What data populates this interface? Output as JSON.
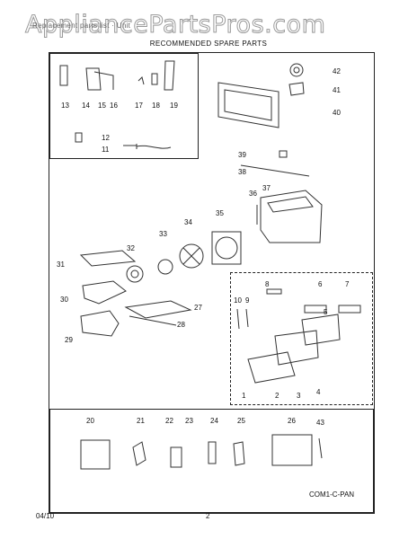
{
  "watermark": "AppliancePartsPros.com",
  "subhead": "Replacement parts list · Unit",
  "header": {
    "title": "RECOMMENDED SPARE PARTS"
  },
  "diagram": {
    "code": "COM1-C-PAN",
    "parts": [
      {
        "id": "p13",
        "label": "13"
      },
      {
        "id": "p14",
        "label": "14"
      },
      {
        "id": "p15",
        "label": "15"
      },
      {
        "id": "p16",
        "label": "16"
      },
      {
        "id": "p17",
        "label": "17"
      },
      {
        "id": "p18",
        "label": "18"
      },
      {
        "id": "p19",
        "label": "19"
      },
      {
        "id": "p12",
        "label": "12"
      },
      {
        "id": "p11",
        "label": "11"
      },
      {
        "id": "p42",
        "label": "42"
      },
      {
        "id": "p41",
        "label": "41"
      },
      {
        "id": "p40",
        "label": "40"
      },
      {
        "id": "p39",
        "label": "39"
      },
      {
        "id": "p38",
        "label": "38"
      },
      {
        "id": "p37",
        "label": "37"
      },
      {
        "id": "p36",
        "label": "36"
      },
      {
        "id": "p35",
        "label": "35"
      },
      {
        "id": "p34",
        "label": "34"
      },
      {
        "id": "p33",
        "label": "33"
      },
      {
        "id": "p32",
        "label": "32"
      },
      {
        "id": "p31",
        "label": "31"
      },
      {
        "id": "p30",
        "label": "30"
      },
      {
        "id": "p29",
        "label": "29"
      },
      {
        "id": "p27",
        "label": "27"
      },
      {
        "id": "p28",
        "label": "28"
      },
      {
        "id": "p10",
        "label": "10"
      },
      {
        "id": "p9",
        "label": "9"
      },
      {
        "id": "p8",
        "label": "8"
      },
      {
        "id": "p6",
        "label": "6"
      },
      {
        "id": "p7",
        "label": "7"
      },
      {
        "id": "p5",
        "label": "5"
      },
      {
        "id": "p1",
        "label": "1"
      },
      {
        "id": "p2",
        "label": "2"
      },
      {
        "id": "p3",
        "label": "3"
      },
      {
        "id": "p4",
        "label": "4"
      },
      {
        "id": "p20",
        "label": "20"
      },
      {
        "id": "p21",
        "label": "21"
      },
      {
        "id": "p22",
        "label": "22"
      },
      {
        "id": "p23",
        "label": "23"
      },
      {
        "id": "p24",
        "label": "24"
      },
      {
        "id": "p25",
        "label": "25"
      },
      {
        "id": "p26",
        "label": "26"
      },
      {
        "id": "p43",
        "label": "43"
      }
    ]
  },
  "footer": {
    "date": "04/10",
    "page": "2"
  }
}
